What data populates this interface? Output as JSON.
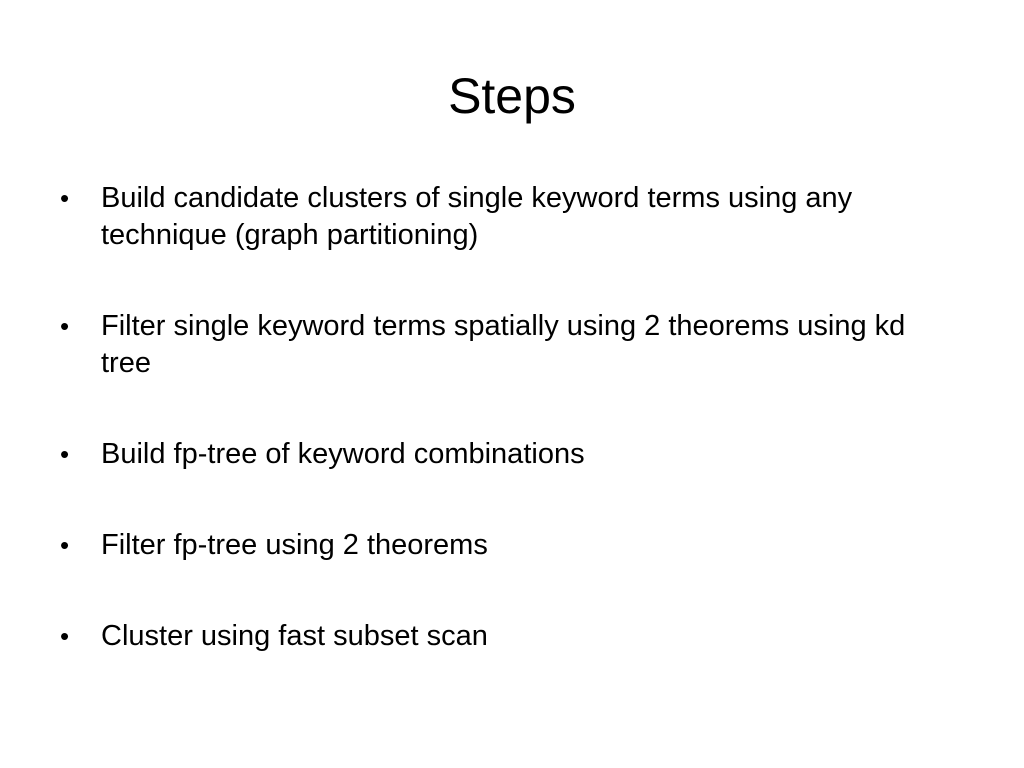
{
  "slide": {
    "title": "Steps",
    "bullet_symbol": "•",
    "bullets": [
      {
        "text": "Build candidate clusters of single keyword terms using any technique (graph partitioning)"
      },
      {
        "text": "Filter single keyword terms spatially using 2 theorems using kd tree"
      },
      {
        "text": "Build fp-tree of keyword combinations"
      },
      {
        "text": "Filter fp-tree using 2 theorems"
      },
      {
        "text": "Cluster using fast subset scan"
      }
    ]
  }
}
